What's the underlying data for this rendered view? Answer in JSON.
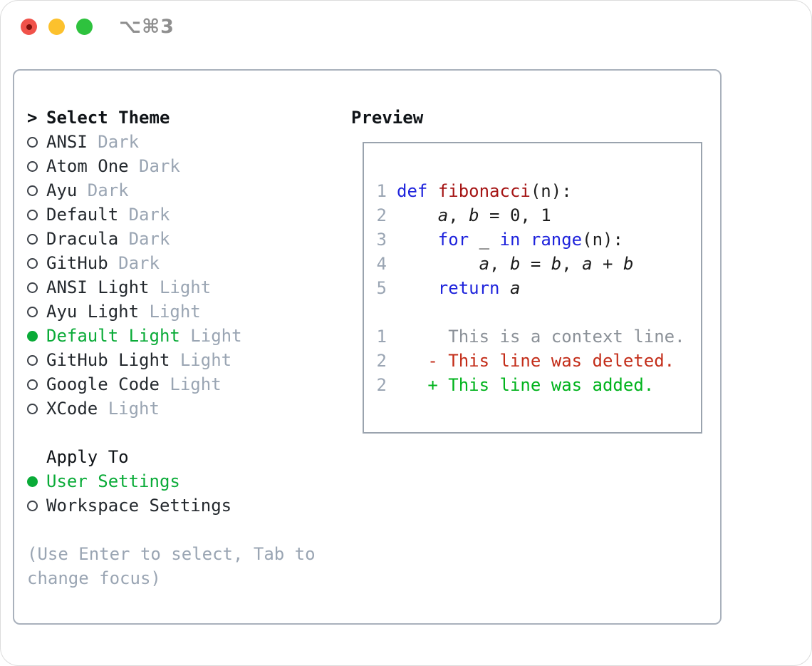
{
  "window": {
    "title": "⌥⌘3"
  },
  "colors": {
    "selection_green": "#0aab38",
    "added_green": "#00b31c",
    "deleted_red": "#c32d19",
    "keyword_blue": "#1e23dc",
    "function_red": "#a51414",
    "muted_gray": "#9aa5b3",
    "context_gray": "#8b9198",
    "panel_border": "#a9b1bc",
    "traffic_red": "#f0524a",
    "traffic_yellow": "#fcc12d",
    "traffic_green": "#2ec23e"
  },
  "theme_picker": {
    "prompt": ">",
    "header": "Select Theme",
    "items": [
      {
        "name": "ANSI",
        "variant": " Dark",
        "selected": false
      },
      {
        "name": "Atom One",
        "variant": " Dark",
        "selected": false
      },
      {
        "name": "Ayu",
        "variant": " Dark",
        "selected": false
      },
      {
        "name": "Default",
        "variant": " Dark",
        "selected": false
      },
      {
        "name": "Dracula",
        "variant": " Dark",
        "selected": false
      },
      {
        "name": "GitHub",
        "variant": " Dark",
        "selected": false
      },
      {
        "name": "ANSI Light",
        "variant": " Light",
        "selected": false
      },
      {
        "name": "Ayu Light",
        "variant": " Light",
        "selected": false
      },
      {
        "name": "Default Light",
        "variant": " Light",
        "selected": true
      },
      {
        "name": "GitHub Light",
        "variant": " Light",
        "selected": false
      },
      {
        "name": "Google Code",
        "variant": " Light",
        "selected": false
      },
      {
        "name": "XCode",
        "variant": " Light",
        "selected": false
      }
    ],
    "apply_to": {
      "header": "Apply To",
      "options": [
        {
          "label": "User Settings",
          "selected": true
        },
        {
          "label": "Workspace Settings",
          "selected": false
        }
      ]
    },
    "help": "(Use Enter to select, Tab to change focus)"
  },
  "preview": {
    "header": "Preview",
    "code_lines": [
      {
        "num": "1",
        "tokens": [
          {
            "s": "kw",
            "t": "def"
          },
          {
            "s": "p",
            "t": " "
          },
          {
            "s": "fn",
            "t": "fibonacci"
          },
          {
            "s": "p",
            "t": "(n):"
          }
        ]
      },
      {
        "num": "2",
        "tokens": [
          {
            "s": "p",
            "t": "    "
          },
          {
            "s": "v",
            "t": "a"
          },
          {
            "s": "p",
            "t": ", "
          },
          {
            "s": "v",
            "t": "b"
          },
          {
            "s": "p",
            "t": " = 0, 1"
          }
        ]
      },
      {
        "num": "3",
        "tokens": [
          {
            "s": "p",
            "t": "    "
          },
          {
            "s": "kw",
            "t": "for"
          },
          {
            "s": "p",
            "t": " _ "
          },
          {
            "s": "kw",
            "t": "in"
          },
          {
            "s": "p",
            "t": " "
          },
          {
            "s": "kw",
            "t": "range"
          },
          {
            "s": "p",
            "t": "(n):"
          }
        ]
      },
      {
        "num": "4",
        "tokens": [
          {
            "s": "p",
            "t": "        "
          },
          {
            "s": "v",
            "t": "a"
          },
          {
            "s": "p",
            "t": ", "
          },
          {
            "s": "v",
            "t": "b"
          },
          {
            "s": "p",
            "t": " = "
          },
          {
            "s": "v",
            "t": "b"
          },
          {
            "s": "p",
            "t": ", "
          },
          {
            "s": "v",
            "t": "a"
          },
          {
            "s": "p",
            "t": " + "
          },
          {
            "s": "v",
            "t": "b"
          }
        ]
      },
      {
        "num": "5",
        "tokens": [
          {
            "s": "p",
            "t": "    "
          },
          {
            "s": "kw",
            "t": "return"
          },
          {
            "s": "p",
            "t": " "
          },
          {
            "s": "v",
            "t": "a"
          }
        ]
      }
    ],
    "diff_lines": [
      {
        "num": "1",
        "kind": "context",
        "text": "     This is a context line."
      },
      {
        "num": "2",
        "kind": "deleted",
        "text": "   - This line was deleted."
      },
      {
        "num": "2",
        "kind": "added",
        "text": "   + This line was added."
      }
    ]
  }
}
